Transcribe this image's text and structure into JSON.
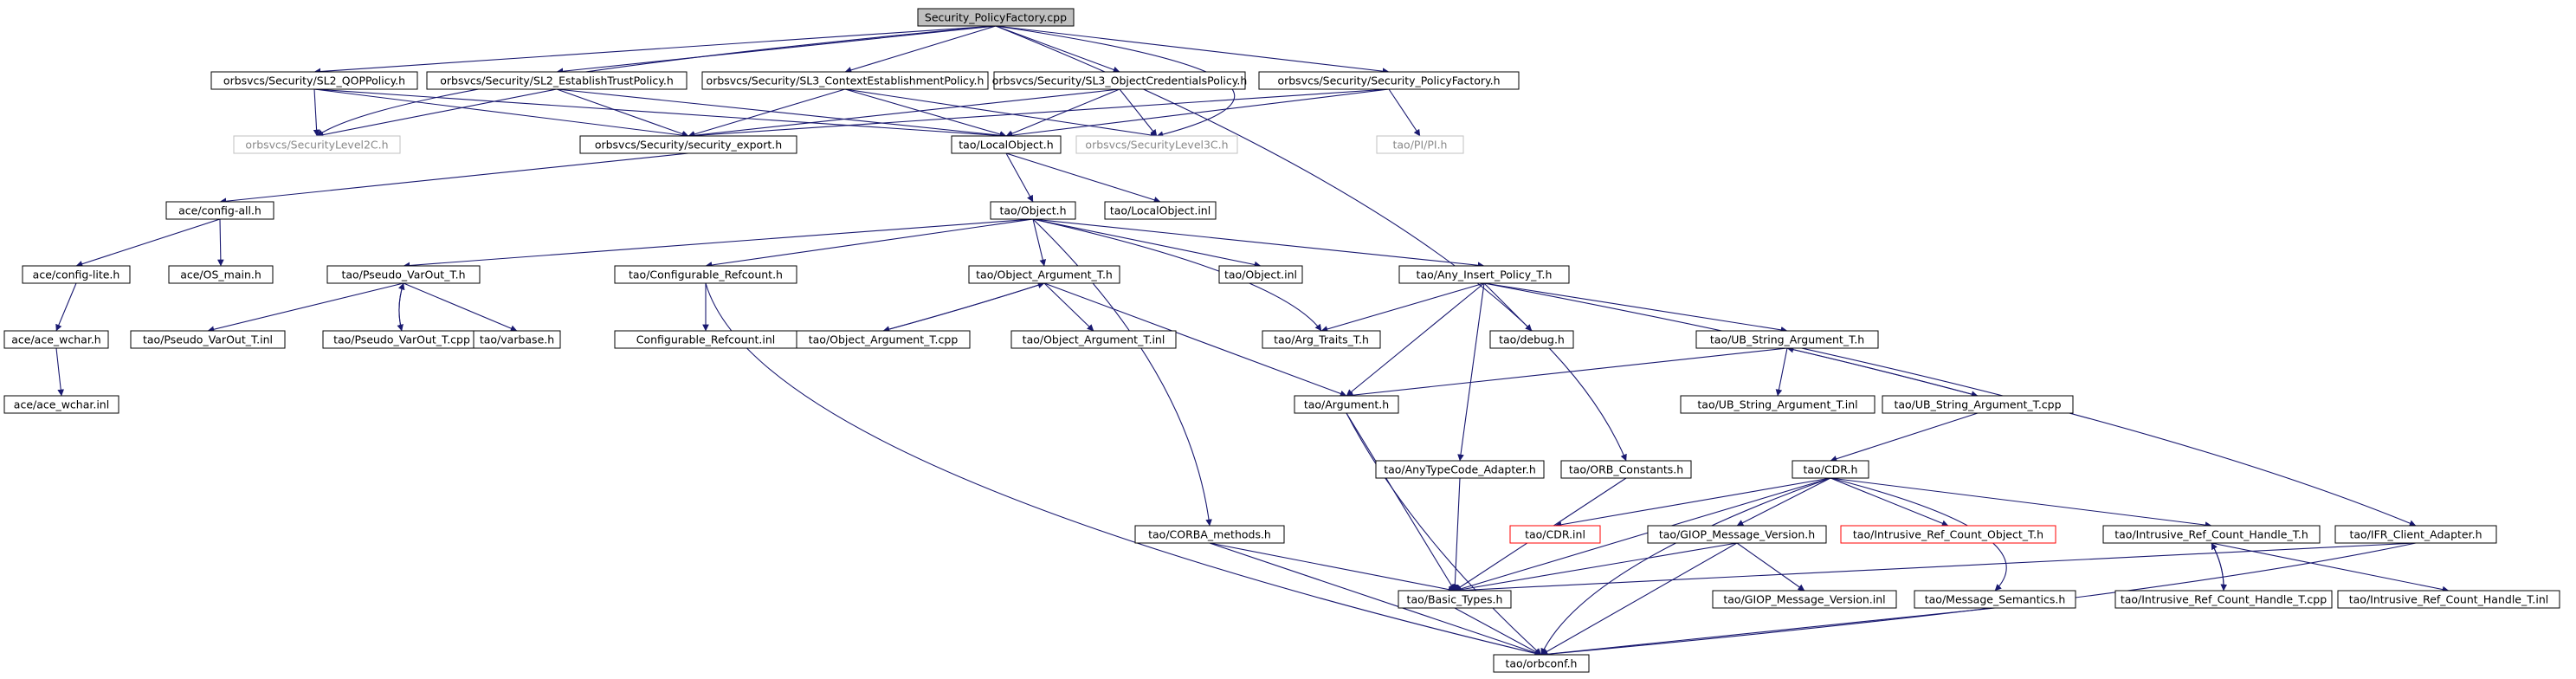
{
  "graph": {
    "nodes": {
      "security_policyfactory_cpp": "Security_PolicyFactory.cpp",
      "sl2_qoppolicy_h": "orbsvcs/Security/SL2_QOPPolicy.h",
      "sl2_establishtrustpolicy_h": "orbsvcs/Security/SL2_EstablishTrustPolicy.h",
      "sl3_contextestablishmentpolicy_h": "orbsvcs/Security/SL3_ContextEstablishmentPolicy.h",
      "sl3_objectcredentialspolicy_h": "orbsvcs/Security/SL3_ObjectCredentialsPolicy.h",
      "security_policyfactory_h": "orbsvcs/Security/Security_PolicyFactory.h",
      "securitylevel2c_h": "orbsvcs/SecurityLevel2C.h",
      "security_export_h": "orbsvcs/Security/security_export.h",
      "localobject_h": "tao/LocalObject.h",
      "securitylevel3c_h": "orbsvcs/SecurityLevel3C.h",
      "pi_h": "tao/PI/PI.h",
      "config_all_h": "ace/config-all.h",
      "object_h": "tao/Object.h",
      "localobject_inl": "tao/LocalObject.inl",
      "config_lite_h": "ace/config-lite.h",
      "os_main_h": "ace/OS_main.h",
      "pseudo_varout_t_h": "tao/Pseudo_VarOut_T.h",
      "configurable_refcount_h": "tao/Configurable_Refcount.h",
      "object_argument_t_h": "tao/Object_Argument_T.h",
      "object_inl": "tao/Object.inl",
      "any_insert_policy_t_h": "tao/Any_Insert_Policy_T.h",
      "ace_wchar_h": "ace/ace_wchar.h",
      "pseudo_varout_t_inl": "tao/Pseudo_VarOut_T.inl",
      "pseudo_varout_t_cpp": "tao/Pseudo_VarOut_T.cpp",
      "varbase_h": "tao/varbase.h",
      "configurable_refcount_inl": "Configurable_Refcount.inl",
      "object_argument_t_cpp": "tao/Object_Argument_T.cpp",
      "object_argument_t_inl": "tao/Object_Argument_T.inl",
      "arg_traits_t_h": "tao/Arg_Traits_T.h",
      "debug_h": "tao/debug.h",
      "ub_string_argument_t_h": "tao/UB_String_Argument_T.h",
      "ace_wchar_inl": "ace/ace_wchar.inl",
      "argument_h": "tao/Argument.h",
      "ub_string_argument_t_inl": "tao/UB_String_Argument_T.inl",
      "ub_string_argument_t_cpp": "tao/UB_String_Argument_T.cpp",
      "anytypecode_adapter_h": "tao/AnyTypeCode_Adapter.h",
      "orb_constants_h": "tao/ORB_Constants.h",
      "cdr_h": "tao/CDR.h",
      "corba_methods_h": "tao/CORBA_methods.h",
      "cdr_inl": "tao/CDR.inl",
      "giop_message_version_h": "tao/GIOP_Message_Version.h",
      "intrusive_ref_count_object_t_h": "tao/Intrusive_Ref_Count_Object_T.h",
      "intrusive_ref_count_handle_t_h": "tao/Intrusive_Ref_Count_Handle_T.h",
      "ifr_client_adapter_h": "tao/IFR_Client_Adapter.h",
      "basic_types_h": "tao/Basic_Types.h",
      "giop_message_version_inl": "tao/GIOP_Message_Version.inl",
      "message_semantics_h": "tao/Message_Semantics.h",
      "intrusive_ref_count_handle_t_cpp": "tao/Intrusive_Ref_Count_Handle_T.cpp",
      "intrusive_ref_count_handle_t_inl": "tao/Intrusive_Ref_Count_Handle_T.inl",
      "orbconf_h": "tao/orbconf.h"
    }
  }
}
